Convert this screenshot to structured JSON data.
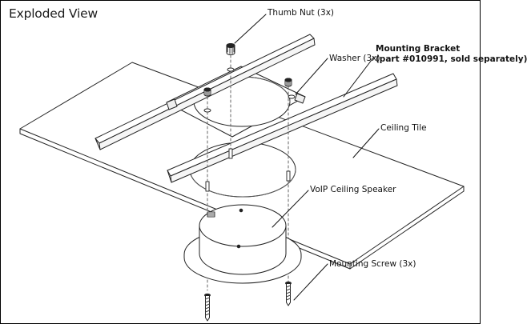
{
  "title": "Exploded View",
  "labels": {
    "thumb_nut": "Thumb Nut (3x)",
    "washer": "Washer (3x)",
    "mounting_bracket_line1": "Mounting Bracket",
    "mounting_bracket_line2": "(part #010991, sold separately)",
    "ceiling_tile": "Ceiling Tile",
    "voip_speaker": "VoIP Ceiling Speaker",
    "mounting_screw": "Mounting Screw (3x)"
  }
}
